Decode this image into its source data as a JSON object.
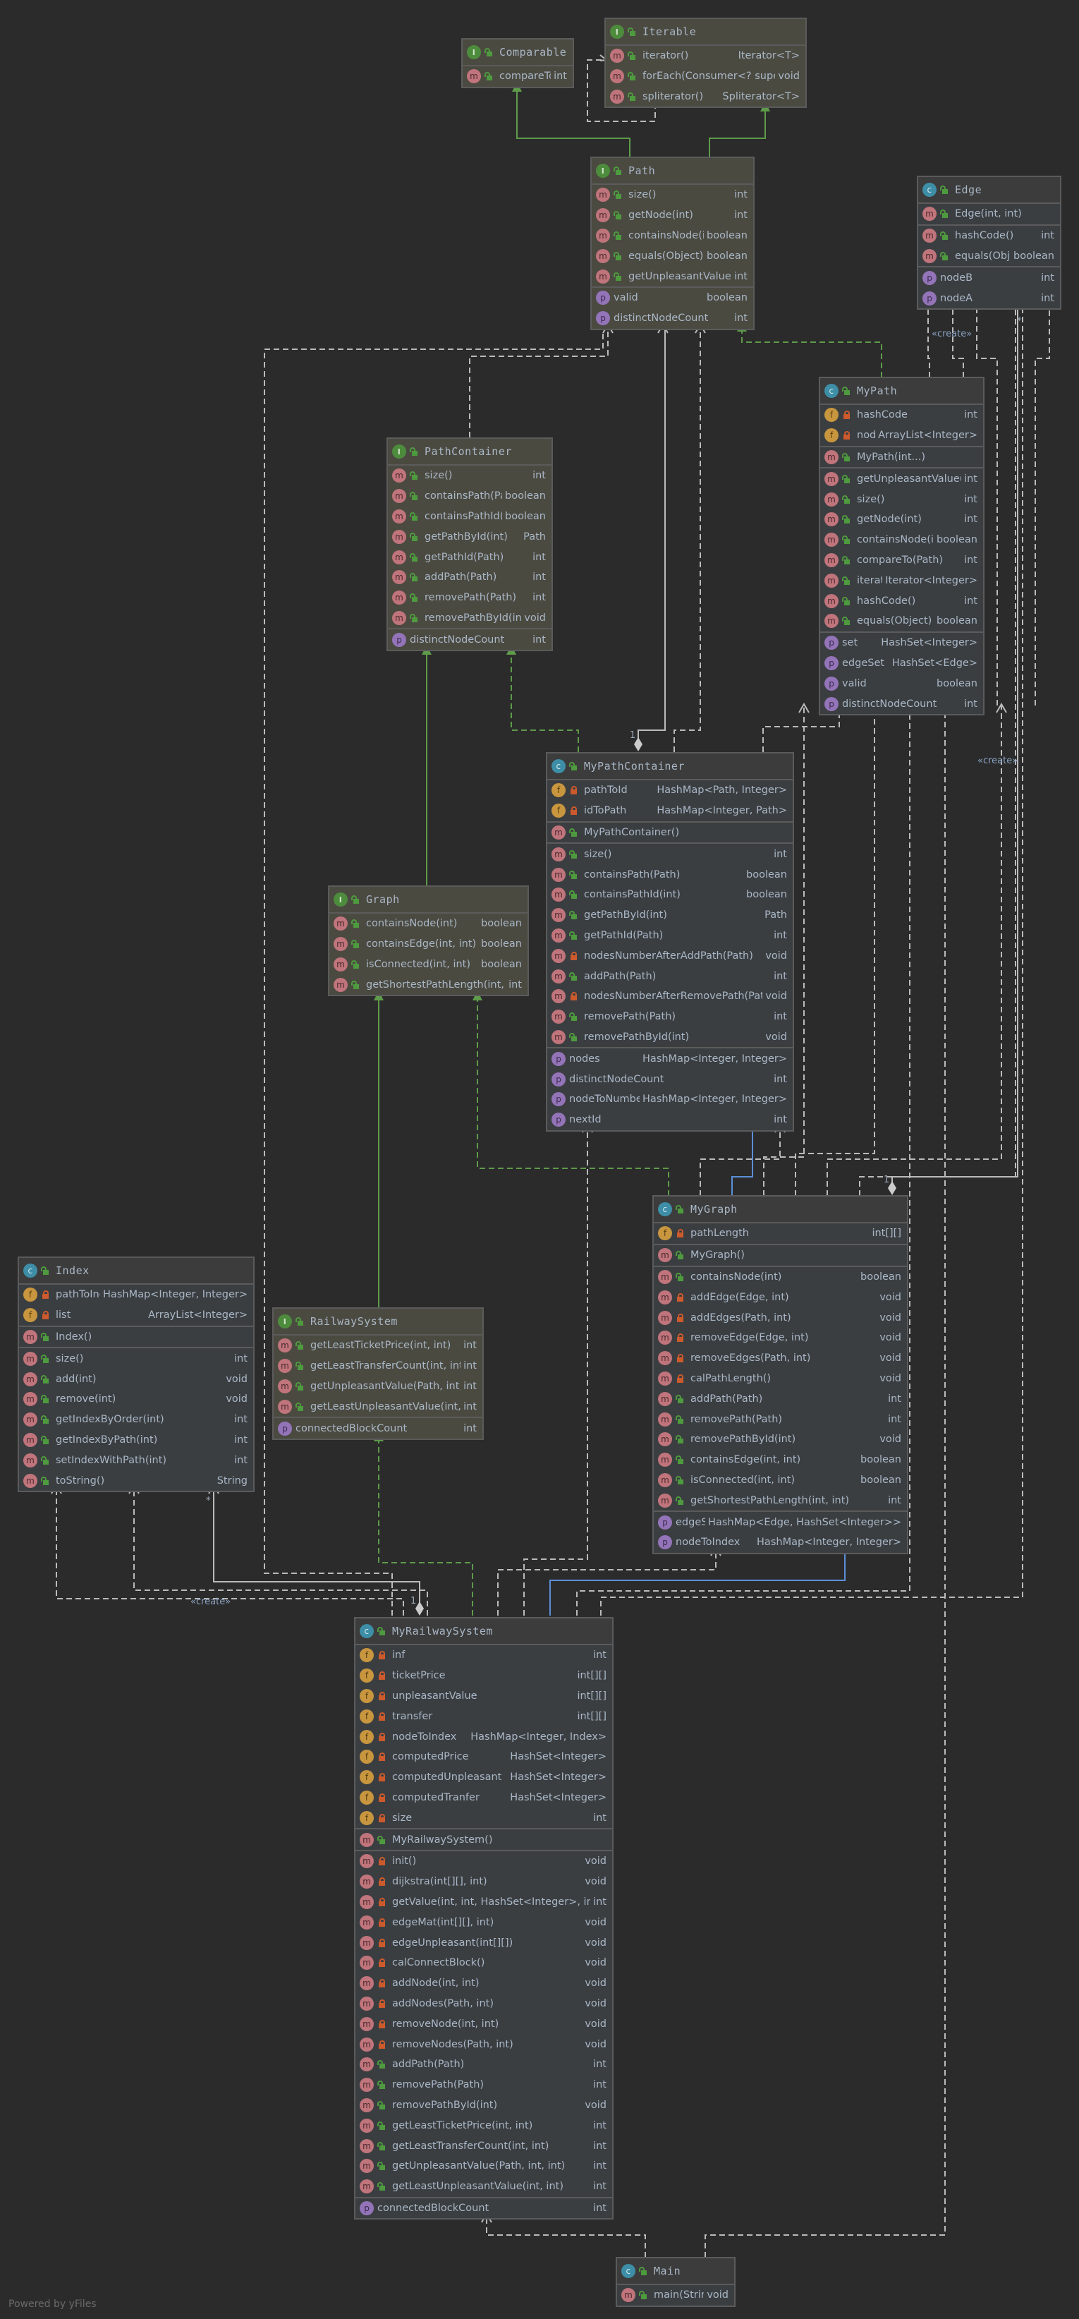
{
  "footer": "Powered by yFiles",
  "edge_labels": {
    "create": "«create»",
    "one": "1",
    "many": "*"
  },
  "nodes": {
    "Comparable": {
      "kind": "I",
      "title": "Comparable",
      "sections": [
        [
          {
            "b": "m",
            "v": "pub",
            "name": "compareTo(T)",
            "type": "int"
          }
        ]
      ]
    },
    "Iterable": {
      "kind": "I",
      "title": "Iterable",
      "sections": [
        [
          {
            "b": "m",
            "v": "pub",
            "name": "iterator()",
            "type": "Iterator<T>"
          },
          {
            "b": "m",
            "v": "pub",
            "name": "forEach(Consumer<? super T>)",
            "type": "void"
          },
          {
            "b": "m",
            "v": "pub",
            "name": "spliterator()",
            "type": "Spliterator<T>"
          }
        ]
      ]
    },
    "Path": {
      "kind": "I",
      "title": "Path",
      "sections": [
        [
          {
            "b": "m",
            "v": "pub",
            "name": "size()",
            "type": "int"
          },
          {
            "b": "m",
            "v": "pub",
            "name": "getNode(int)",
            "type": "int"
          },
          {
            "b": "m",
            "v": "pub",
            "name": "containsNode(int)",
            "type": "boolean"
          },
          {
            "b": "m",
            "v": "pub",
            "name": "equals(Object)",
            "type": "boolean"
          },
          {
            "b": "m",
            "v": "pub",
            "name": "getUnpleasantValue(int)",
            "type": "int"
          }
        ],
        [
          {
            "b": "p",
            "v": "",
            "name": "valid",
            "type": "boolean"
          },
          {
            "b": "p",
            "v": "",
            "name": "distinctNodeCount",
            "type": "int"
          }
        ]
      ]
    },
    "Edge": {
      "kind": "C",
      "title": "Edge",
      "sections": [
        [
          {
            "b": "m",
            "v": "pub",
            "name": "Edge(int, int)",
            "type": ""
          }
        ],
        [
          {
            "b": "m",
            "v": "pub",
            "name": "hashCode()",
            "type": "int"
          },
          {
            "b": "m",
            "v": "pub",
            "name": "equals(Object)",
            "type": "boolean"
          }
        ],
        [
          {
            "b": "p",
            "v": "",
            "name": "nodeB",
            "type": "int"
          },
          {
            "b": "p",
            "v": "",
            "name": "nodeA",
            "type": "int"
          }
        ]
      ]
    },
    "MyPath": {
      "kind": "C",
      "title": "MyPath",
      "sections": [
        [
          {
            "b": "f",
            "v": "priv",
            "name": "hashCode",
            "type": "int"
          },
          {
            "b": "f",
            "v": "priv",
            "name": "nodes",
            "type": "ArrayList<Integer>"
          }
        ],
        [
          {
            "b": "m",
            "v": "pub",
            "name": "MyPath(int...)",
            "type": ""
          }
        ],
        [
          {
            "b": "m",
            "v": "pub",
            "name": "getUnpleasantValue(int)",
            "type": "int"
          },
          {
            "b": "m",
            "v": "pub",
            "name": "size()",
            "type": "int"
          },
          {
            "b": "m",
            "v": "pub",
            "name": "getNode(int)",
            "type": "int"
          },
          {
            "b": "m",
            "v": "pub",
            "name": "containsNode(int)",
            "type": "boolean"
          },
          {
            "b": "m",
            "v": "pub",
            "name": "compareTo(Path)",
            "type": "int"
          },
          {
            "b": "m",
            "v": "pub",
            "name": "iterator()",
            "type": "Iterator<Integer>"
          },
          {
            "b": "m",
            "v": "pub",
            "name": "hashCode()",
            "type": "int"
          },
          {
            "b": "m",
            "v": "pub",
            "name": "equals(Object)",
            "type": "boolean"
          }
        ],
        [
          {
            "b": "p",
            "v": "",
            "name": "set",
            "type": "HashSet<Integer>"
          },
          {
            "b": "p",
            "v": "",
            "name": "edgeSet",
            "type": "HashSet<Edge>"
          },
          {
            "b": "p",
            "v": "",
            "name": "valid",
            "type": "boolean"
          },
          {
            "b": "p",
            "v": "",
            "name": "distinctNodeCount",
            "type": "int"
          }
        ]
      ]
    },
    "PathContainer": {
      "kind": "I",
      "title": "PathContainer",
      "sections": [
        [
          {
            "b": "m",
            "v": "pub",
            "name": "size()",
            "type": "int"
          },
          {
            "b": "m",
            "v": "pub",
            "name": "containsPath(Path)",
            "type": "boolean"
          },
          {
            "b": "m",
            "v": "pub",
            "name": "containsPathId(int)",
            "type": "boolean"
          },
          {
            "b": "m",
            "v": "pub",
            "name": "getPathById(int)",
            "type": "Path"
          },
          {
            "b": "m",
            "v": "pub",
            "name": "getPathId(Path)",
            "type": "int"
          },
          {
            "b": "m",
            "v": "pub",
            "name": "addPath(Path)",
            "type": "int"
          },
          {
            "b": "m",
            "v": "pub",
            "name": "removePath(Path)",
            "type": "int"
          },
          {
            "b": "m",
            "v": "pub",
            "name": "removePathById(int)",
            "type": "void"
          }
        ],
        [
          {
            "b": "p",
            "v": "",
            "name": "distinctNodeCount",
            "type": "int"
          }
        ]
      ]
    },
    "MyPathContainer": {
      "kind": "C",
      "title": "MyPathContainer",
      "sections": [
        [
          {
            "b": "f",
            "v": "priv",
            "name": "pathToId",
            "type": "HashMap<Path, Integer>"
          },
          {
            "b": "f",
            "v": "priv",
            "name": "idToPath",
            "type": "HashMap<Integer, Path>"
          }
        ],
        [
          {
            "b": "m",
            "v": "pub",
            "name": "MyPathContainer()",
            "type": ""
          }
        ],
        [
          {
            "b": "m",
            "v": "pub",
            "name": "size()",
            "type": "int"
          },
          {
            "b": "m",
            "v": "pub",
            "name": "containsPath(Path)",
            "type": "boolean"
          },
          {
            "b": "m",
            "v": "pub",
            "name": "containsPathId(int)",
            "type": "boolean"
          },
          {
            "b": "m",
            "v": "pub",
            "name": "getPathById(int)",
            "type": "Path"
          },
          {
            "b": "m",
            "v": "pub",
            "name": "getPathId(Path)",
            "type": "int"
          },
          {
            "b": "m",
            "v": "priv",
            "name": "nodesNumberAfterAddPath(Path)",
            "type": "void"
          },
          {
            "b": "m",
            "v": "pub",
            "name": "addPath(Path)",
            "type": "int"
          },
          {
            "b": "m",
            "v": "priv",
            "name": "nodesNumberAfterRemovePath(Path)",
            "type": "void"
          },
          {
            "b": "m",
            "v": "pub",
            "name": "removePath(Path)",
            "type": "int"
          },
          {
            "b": "m",
            "v": "pub",
            "name": "removePathById(int)",
            "type": "void"
          }
        ],
        [
          {
            "b": "p",
            "v": "",
            "name": "nodes",
            "type": "HashMap<Integer, Integer>"
          },
          {
            "b": "p",
            "v": "",
            "name": "distinctNodeCount",
            "type": "int"
          },
          {
            "b": "p",
            "v": "",
            "name": "nodeToNumber",
            "type": "HashMap<Integer, Integer>"
          },
          {
            "b": "p",
            "v": "",
            "name": "nextId",
            "type": "int"
          }
        ]
      ]
    },
    "Graph": {
      "kind": "I",
      "title": "Graph",
      "sections": [
        [
          {
            "b": "m",
            "v": "pub",
            "name": "containsNode(int)",
            "type": "boolean"
          },
          {
            "b": "m",
            "v": "pub",
            "name": "containsEdge(int, int)",
            "type": "boolean"
          },
          {
            "b": "m",
            "v": "pub",
            "name": "isConnected(int, int)",
            "type": "boolean"
          },
          {
            "b": "m",
            "v": "pub",
            "name": "getShortestPathLength(int, int)",
            "type": "int"
          }
        ]
      ]
    },
    "MyGraph": {
      "kind": "C",
      "title": "MyGraph",
      "sections": [
        [
          {
            "b": "f",
            "v": "priv",
            "name": "pathLength",
            "type": "int[][]"
          }
        ],
        [
          {
            "b": "m",
            "v": "pub",
            "name": "MyGraph()",
            "type": ""
          }
        ],
        [
          {
            "b": "m",
            "v": "pub",
            "name": "containsNode(int)",
            "type": "boolean"
          },
          {
            "b": "m",
            "v": "priv",
            "name": "addEdge(Edge, int)",
            "type": "void"
          },
          {
            "b": "m",
            "v": "priv",
            "name": "addEdges(Path, int)",
            "type": "void"
          },
          {
            "b": "m",
            "v": "priv",
            "name": "removeEdge(Edge, int)",
            "type": "void"
          },
          {
            "b": "m",
            "v": "priv",
            "name": "removeEdges(Path, int)",
            "type": "void"
          },
          {
            "b": "m",
            "v": "priv",
            "name": "calPathLength()",
            "type": "void"
          },
          {
            "b": "m",
            "v": "pub",
            "name": "addPath(Path)",
            "type": "int"
          },
          {
            "b": "m",
            "v": "pub",
            "name": "removePath(Path)",
            "type": "int"
          },
          {
            "b": "m",
            "v": "pub",
            "name": "removePathById(int)",
            "type": "void"
          },
          {
            "b": "m",
            "v": "pub",
            "name": "containsEdge(int, int)",
            "type": "boolean"
          },
          {
            "b": "m",
            "v": "pub",
            "name": "isConnected(int, int)",
            "type": "boolean"
          },
          {
            "b": "m",
            "v": "pub",
            "name": "getShortestPathLength(int, int)",
            "type": "int"
          }
        ],
        [
          {
            "b": "p",
            "v": "",
            "name": "edgeSet",
            "type": "HashMap<Edge, HashSet<Integer>>"
          },
          {
            "b": "p",
            "v": "",
            "name": "nodeToIndex",
            "type": "HashMap<Integer, Integer>"
          }
        ]
      ]
    },
    "Index": {
      "kind": "C",
      "title": "Index",
      "sections": [
        [
          {
            "b": "f",
            "v": "priv",
            "name": "pathToIndex",
            "type": "HashMap<Integer, Integer>"
          },
          {
            "b": "f",
            "v": "priv",
            "name": "list",
            "type": "ArrayList<Integer>"
          }
        ],
        [
          {
            "b": "m",
            "v": "pub",
            "name": "Index()",
            "type": ""
          }
        ],
        [
          {
            "b": "m",
            "v": "pub",
            "name": "size()",
            "type": "int"
          },
          {
            "b": "m",
            "v": "pub",
            "name": "add(int)",
            "type": "void"
          },
          {
            "b": "m",
            "v": "pub",
            "name": "remove(int)",
            "type": "void"
          },
          {
            "b": "m",
            "v": "pub",
            "name": "getIndexByOrder(int)",
            "type": "int"
          },
          {
            "b": "m",
            "v": "pub",
            "name": "getIndexByPath(int)",
            "type": "int"
          },
          {
            "b": "m",
            "v": "pub",
            "name": "setIndexWithPath(int)",
            "type": "int"
          },
          {
            "b": "m",
            "v": "pub",
            "name": "toString()",
            "type": "String"
          }
        ]
      ]
    },
    "RailwaySystem": {
      "kind": "I",
      "title": "RailwaySystem",
      "sections": [
        [
          {
            "b": "m",
            "v": "pub",
            "name": "getLeastTicketPrice(int, int)",
            "type": "int"
          },
          {
            "b": "m",
            "v": "pub",
            "name": "getLeastTransferCount(int, int)",
            "type": "int"
          },
          {
            "b": "m",
            "v": "pub",
            "name": "getUnpleasantValue(Path, int, int)",
            "type": "int"
          },
          {
            "b": "m",
            "v": "pub",
            "name": "getLeastUnpleasantValue(int, int)",
            "type": "int"
          }
        ],
        [
          {
            "b": "p",
            "v": "",
            "name": "connectedBlockCount",
            "type": "int"
          }
        ]
      ]
    },
    "MyRailwaySystem": {
      "kind": "C",
      "title": "MyRailwaySystem",
      "sections": [
        [
          {
            "b": "f",
            "v": "priv",
            "name": "inf",
            "type": "int"
          },
          {
            "b": "f",
            "v": "priv",
            "name": "ticketPrice",
            "type": "int[][]"
          },
          {
            "b": "f",
            "v": "priv",
            "name": "unpleasantValue",
            "type": "int[][]"
          },
          {
            "b": "f",
            "v": "priv",
            "name": "transfer",
            "type": "int[][]"
          },
          {
            "b": "f",
            "v": "priv",
            "name": "nodeToIndex",
            "type": "HashMap<Integer, Index>"
          },
          {
            "b": "f",
            "v": "priv",
            "name": "computedPrice",
            "type": "HashSet<Integer>"
          },
          {
            "b": "f",
            "v": "priv",
            "name": "computedUnpleasant",
            "type": "HashSet<Integer>"
          },
          {
            "b": "f",
            "v": "priv",
            "name": "computedTranfer",
            "type": "HashSet<Integer>"
          },
          {
            "b": "f",
            "v": "priv",
            "name": "size",
            "type": "int"
          }
        ],
        [
          {
            "b": "m",
            "v": "pub",
            "name": "MyRailwaySystem()",
            "type": ""
          }
        ],
        [
          {
            "b": "m",
            "v": "priv",
            "name": "init()",
            "type": "void"
          },
          {
            "b": "m",
            "v": "priv",
            "name": "dijkstra(int[][], int)",
            "type": "void"
          },
          {
            "b": "m",
            "v": "priv",
            "name": "getValue(int, int, HashSet<Integer>, int[][])",
            "type": "int"
          },
          {
            "b": "m",
            "v": "priv",
            "name": "edgeMat(int[][], int)",
            "type": "void"
          },
          {
            "b": "m",
            "v": "priv",
            "name": "edgeUnpleasant(int[][])",
            "type": "void"
          },
          {
            "b": "m",
            "v": "priv",
            "name": "calConnectBlock()",
            "type": "void"
          },
          {
            "b": "m",
            "v": "priv",
            "name": "addNode(int, int)",
            "type": "void"
          },
          {
            "b": "m",
            "v": "priv",
            "name": "addNodes(Path, int)",
            "type": "void"
          },
          {
            "b": "m",
            "v": "priv",
            "name": "removeNode(int, int)",
            "type": "void"
          },
          {
            "b": "m",
            "v": "priv",
            "name": "removeNodes(Path, int)",
            "type": "void"
          },
          {
            "b": "m",
            "v": "pub",
            "name": "addPath(Path)",
            "type": "int"
          },
          {
            "b": "m",
            "v": "pub",
            "name": "removePath(Path)",
            "type": "int"
          },
          {
            "b": "m",
            "v": "pub",
            "name": "removePathById(int)",
            "type": "void"
          },
          {
            "b": "m",
            "v": "pub",
            "name": "getLeastTicketPrice(int, int)",
            "type": "int"
          },
          {
            "b": "m",
            "v": "pub",
            "name": "getLeastTransferCount(int, int)",
            "type": "int"
          },
          {
            "b": "m",
            "v": "pub",
            "name": "getUnpleasantValue(Path, int, int)",
            "type": "int"
          },
          {
            "b": "m",
            "v": "pub",
            "name": "getLeastUnpleasantValue(int, int)",
            "type": "int"
          }
        ],
        [
          {
            "b": "p",
            "v": "",
            "name": "connectedBlockCount",
            "type": "int"
          }
        ]
      ]
    },
    "Main": {
      "kind": "C",
      "title": "Main",
      "sections": [
        [
          {
            "b": "m",
            "v": "pub",
            "name": "main(String[])",
            "type": "void"
          }
        ]
      ]
    }
  }
}
